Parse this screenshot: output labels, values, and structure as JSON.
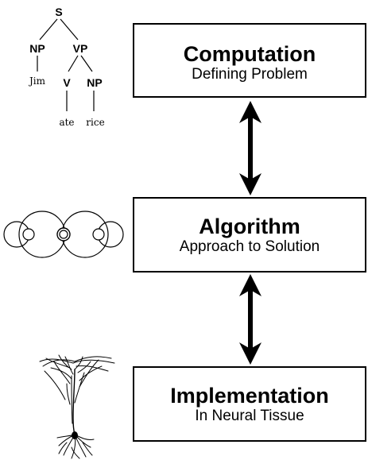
{
  "levels": [
    {
      "title": "Computation",
      "subtitle": "Defining Problem"
    },
    {
      "title": "Algorithm",
      "subtitle": "Approach to Solution"
    },
    {
      "title": "Implementation",
      "subtitle": "In Neural Tissue"
    }
  ],
  "parse_tree": {
    "root": "S",
    "np": "NP",
    "vp": "VP",
    "subject": "Jim",
    "verb_cat": "V",
    "object_cat": "NP",
    "verb": "ate",
    "object": "rice"
  },
  "colors": {
    "ink": "#000000",
    "background": "#ffffff"
  },
  "icons": {
    "algorithm": "state-machine-icon",
    "implementation": "neuron-icon"
  }
}
